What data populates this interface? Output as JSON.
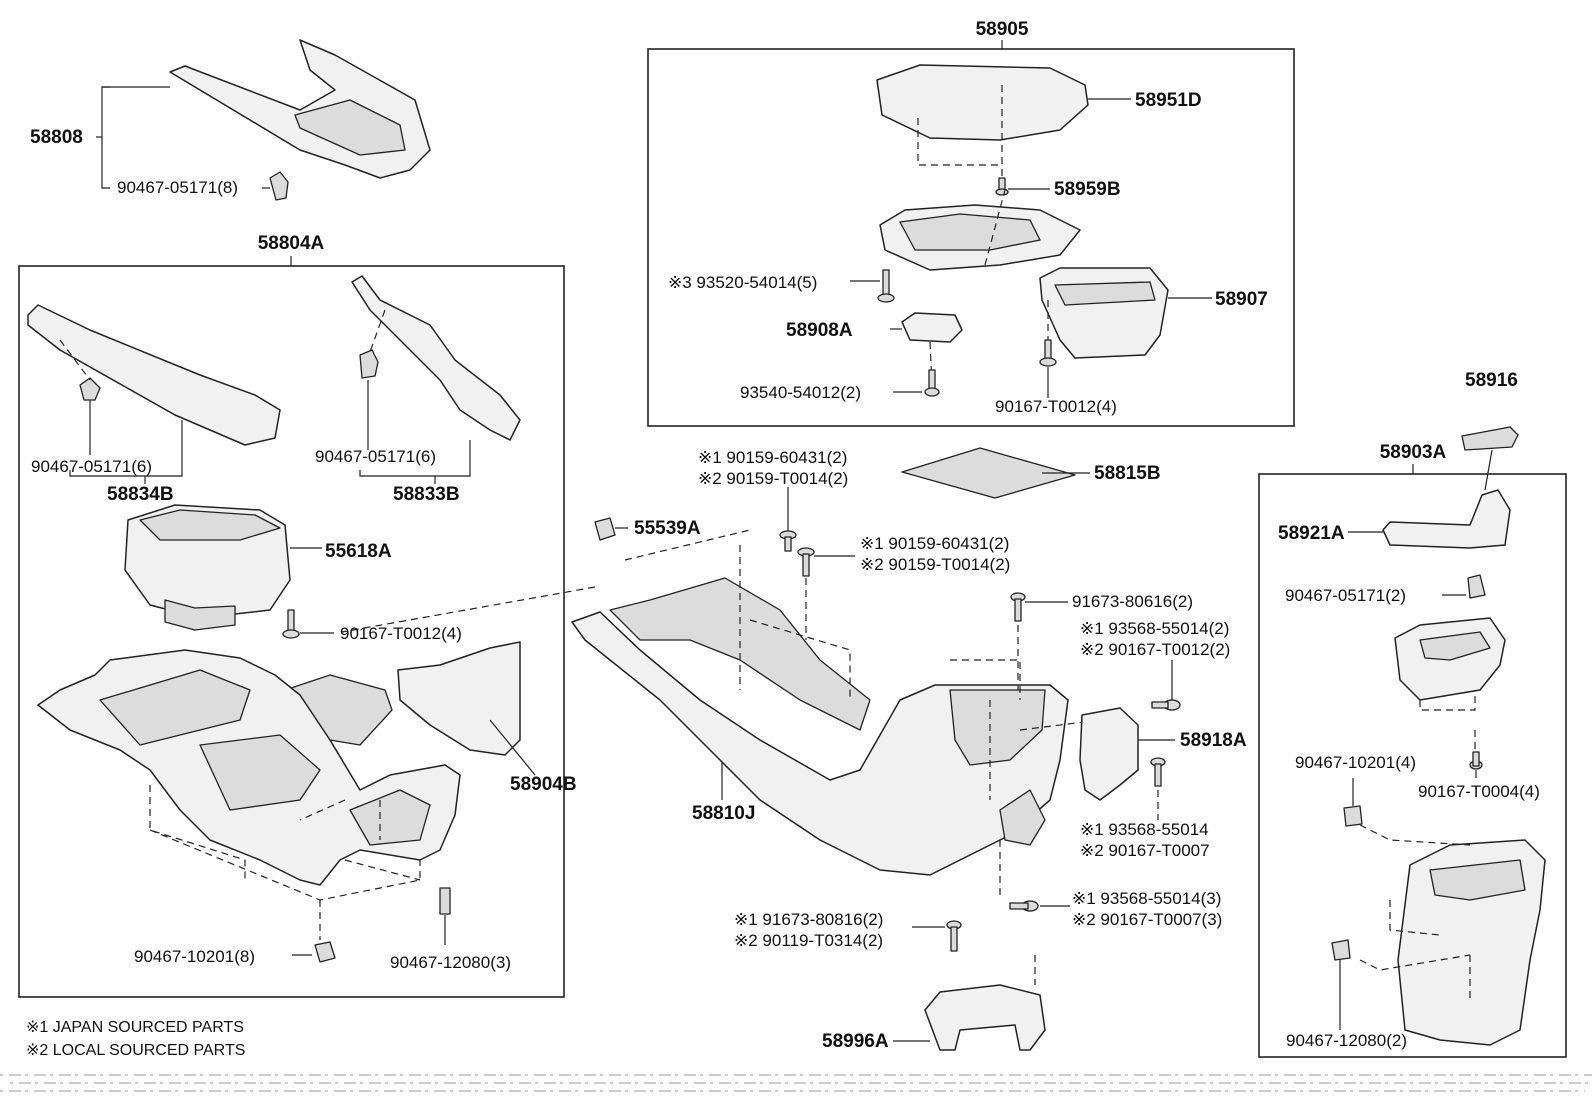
{
  "labels": {
    "l58905": "58905",
    "l58951D": "58951D",
    "l58959B": "58959B",
    "l93520": "※3 93520-54014(5)",
    "l58907": "58907",
    "l58908A": "58908A",
    "l93540": "93540-54012(2)",
    "l90167_t0012_4a": "90167-T0012(4)",
    "l58916": "58916",
    "l58903A": "58903A",
    "l58921A": "58921A",
    "l90467_05171_2": "90467-05171(2)",
    "l90467_10201_4": "90467-10201(4)",
    "l90167_t0004_4": "90167-T0004(4)",
    "l90467_12080_2": "90467-12080(2)",
    "l58808": "58808",
    "l90467_05171_8": "90467-05171(8)",
    "l58804A": "58804A",
    "l90467_05171_6a": "90467-05171(6)",
    "l90467_05171_6b": "90467-05171(6)",
    "l58834B": "58834B",
    "l58833B": "58833B",
    "l55618A": "55618A",
    "l90167_t0012_4b": "90167-T0012(4)",
    "l58904B": "58904B",
    "l90467_10201_8": "90467-10201(8)",
    "l90467_12080_3": "90467-12080(3)",
    "l90159_60431_2a": "※1 90159-60431(2)",
    "l90159_t0014_2a": "※2 90159-T0014(2)",
    "l90159_60431_2b": "※1 90159-60431(2)",
    "l90159_t0014_2b": "※2 90159-T0014(2)",
    "l58815B": "58815B",
    "l55539A": "55539A",
    "l91673_80616": "91673-80616(2)",
    "l93568_55014_2": "※1 93568-55014(2)",
    "l90167_t0012_2": "※2 90167-T0012(2)",
    "l58918A": "58918A",
    "l93568_55014": "※1 93568-55014",
    "l90167_t0007": "※2 90167-T0007",
    "l58810J": "58810J",
    "l93568_55014_3": "※1 93568-55014(3)",
    "l90167_t0007_3": "※2 90167-T0007(3)",
    "l91673_80816": "※1 91673-80816(2)",
    "l90119_t0314": "※2 90119-T0314(2)",
    "l58996A": "58996A"
  },
  "legend": {
    "japan": "※1 JAPAN SOURCED PARTS",
    "local": "※2 LOCAL SOURCED PARTS"
  }
}
